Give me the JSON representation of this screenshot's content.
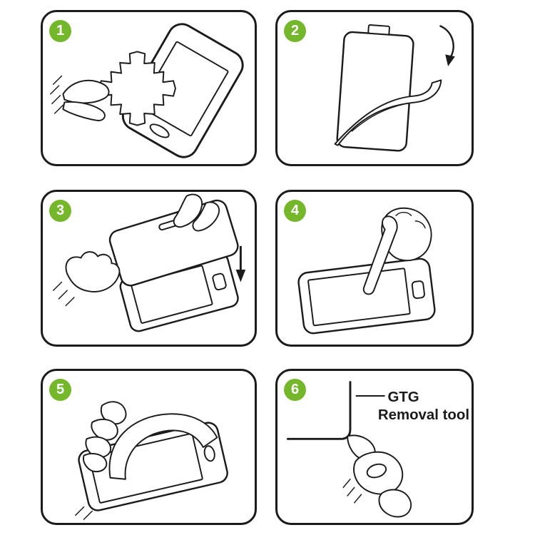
{
  "colors": {
    "badge_green": "#74b72b",
    "line": "#1b1b1b",
    "background": "#ffffff"
  },
  "steps": [
    {
      "number": "1",
      "illustration": "wipe-phone-screen-with-cloth"
    },
    {
      "number": "2",
      "illustration": "peel-backing-film-from-protector"
    },
    {
      "number": "3",
      "illustration": "align-glass-protector-over-phone"
    },
    {
      "number": "4",
      "illustration": "press-protector-center-with-finger"
    },
    {
      "number": "5",
      "illustration": "smooth-film-over-screen"
    },
    {
      "number": "6",
      "illustration": "lift-corner-with-removal-tool",
      "label": {
        "line1": "GTG",
        "line2": "Removal tool"
      }
    }
  ]
}
